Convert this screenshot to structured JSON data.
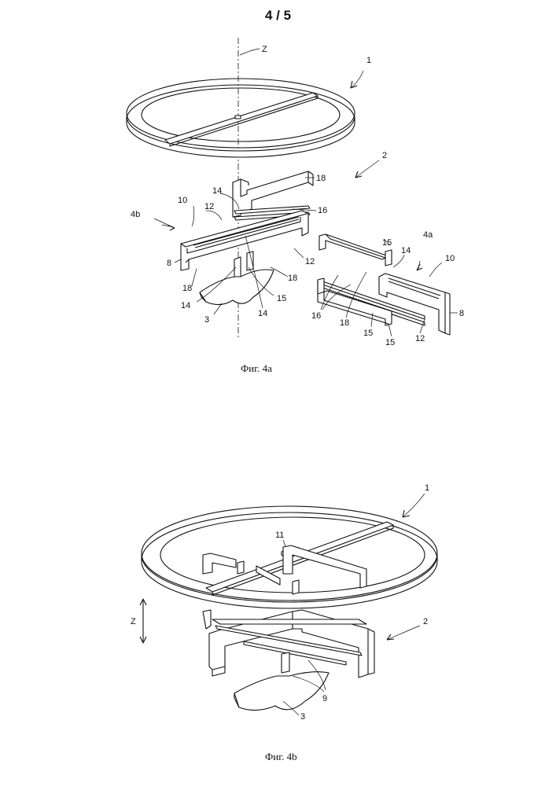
{
  "page_number": "4 / 5",
  "figure_a": {
    "caption": "Фиг. 4а",
    "axis_label": "Z",
    "labels": {
      "ring": "1",
      "assembly": "2",
      "part_3": "3",
      "part_4a": "4a",
      "part_4b": "4b",
      "part_8": "8",
      "part_10": "10",
      "part_12": "12",
      "part_14": "14",
      "part_15": "15",
      "part_16": "16",
      "part_18": "18"
    }
  },
  "figure_b": {
    "caption": "Фиг. 4b",
    "axis_label": "Z",
    "labels": {
      "ring": "1",
      "assembly": "2",
      "part_3": "3",
      "part_9": "9",
      "part_11": "11"
    }
  }
}
